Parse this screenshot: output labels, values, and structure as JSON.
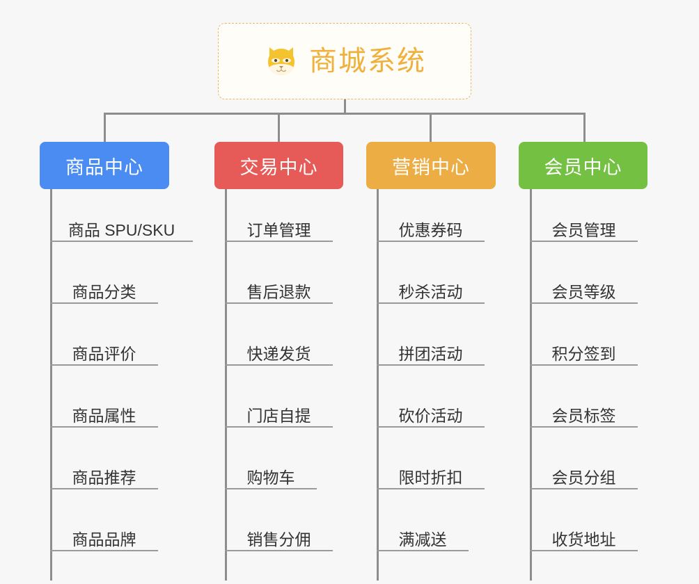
{
  "diagram": {
    "type": "org-chart",
    "background_color": "#f7f7f7",
    "root": {
      "title": "商城系统",
      "icon": "shiba-dog-face-icon",
      "border_color": "#eab963",
      "text_color": "#f0b03c"
    },
    "connector_color": "#8d8d8d",
    "leaf_rule_color": "#9a9a9a",
    "leaf_text_color": "#333333",
    "categories": [
      {
        "title": "商品中心",
        "color": "#4a8cf2",
        "items": [
          "商品 SPU/SKU",
          "商品分类",
          "商品评价",
          "商品属性",
          "商品推荐",
          "商品品牌"
        ]
      },
      {
        "title": "交易中心",
        "color": "#e65a57",
        "items": [
          "订单管理",
          "售后退款",
          "快递发货",
          "门店自提",
          "购物车",
          "销售分佣"
        ]
      },
      {
        "title": "营销中心",
        "color": "#edad45",
        "items": [
          "优惠券码",
          "秒杀活动",
          "拼团活动",
          "砍价活动",
          "限时折扣",
          "满减送"
        ]
      },
      {
        "title": "会员中心",
        "color": "#74c042",
        "items": [
          "会员管理",
          "会员等级",
          "积分签到",
          "会员标签",
          "会员分组",
          "收货地址"
        ]
      }
    ]
  }
}
